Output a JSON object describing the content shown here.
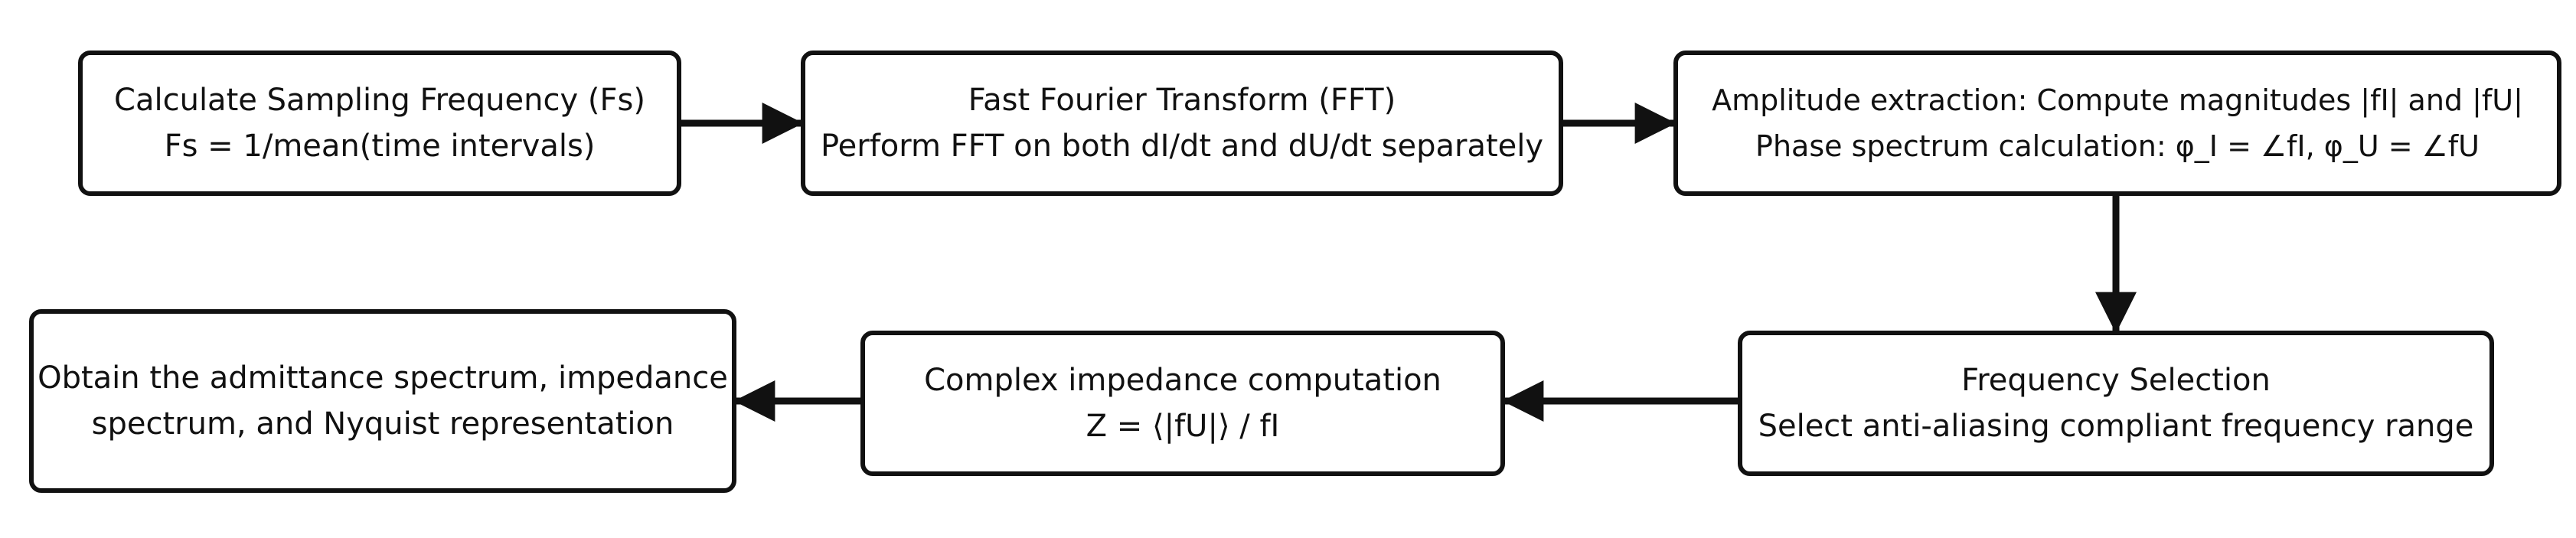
{
  "diagram": {
    "type": "flowchart",
    "colors": {
      "stroke": "#111111",
      "background": "#ffffff",
      "text": "#111111"
    },
    "nodes": [
      {
        "id": "b1",
        "lines": [
          "Calculate Sampling Frequency (Fs)",
          "Fs = 1/mean(time intervals)"
        ]
      },
      {
        "id": "b2",
        "lines": [
          "Fast Fourier Transform (FFT)",
          "Perform FFT on both dI/dt and dU/dt separately"
        ]
      },
      {
        "id": "b3",
        "lines": [
          "Amplitude extraction: Compute magnitudes |fI| and |fU|",
          "Phase spectrum calculation: φ_I = ∠fI, φ_U = ∠fU"
        ]
      },
      {
        "id": "b4",
        "lines": [
          "Frequency Selection",
          "Select anti-aliasing compliant frequency range"
        ]
      },
      {
        "id": "b5",
        "lines": [
          "Complex impedance computation",
          "Z = ⟨|fU|⟩ / fI"
        ]
      },
      {
        "id": "b6",
        "lines": [
          "Obtain the admittance spectrum, impedance",
          "spectrum, and Nyquist representation"
        ]
      }
    ],
    "edges": [
      {
        "from": "b1",
        "to": "b2"
      },
      {
        "from": "b2",
        "to": "b3"
      },
      {
        "from": "b3",
        "to": "b4"
      },
      {
        "from": "b4",
        "to": "b5"
      },
      {
        "from": "b5",
        "to": "b6"
      }
    ]
  }
}
